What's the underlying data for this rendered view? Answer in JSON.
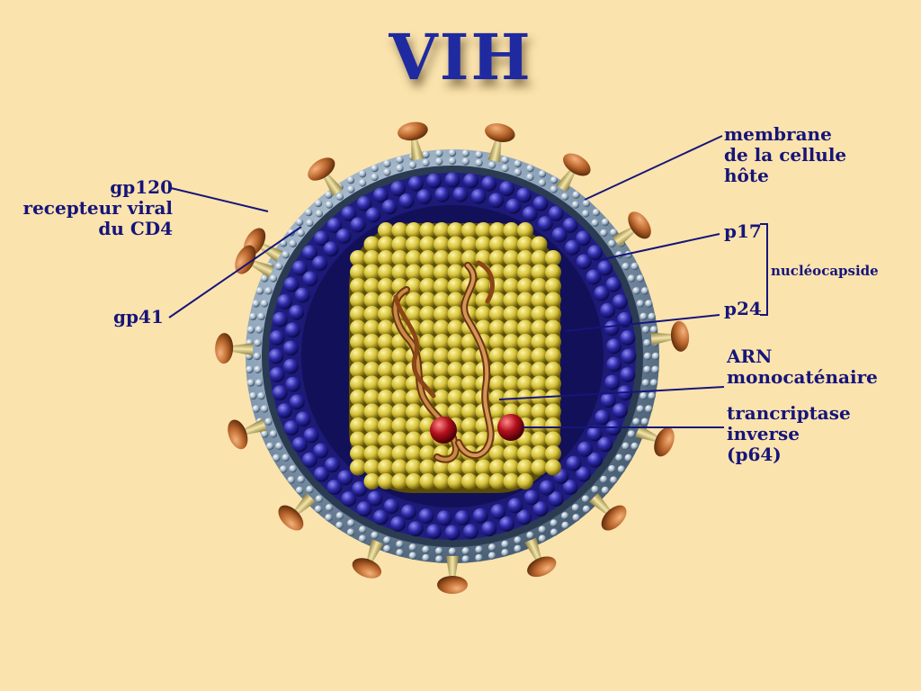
{
  "title": "VIH",
  "labels": {
    "gp120": [
      "gp120",
      "recepteur viral",
      "du CD4"
    ],
    "gp41": "gp41",
    "membrane": [
      "membrane",
      "de la cellule",
      "hôte"
    ],
    "p17": "p17",
    "nucleocapside": "nucléocapside",
    "p24": "p24",
    "arn": [
      "ARN",
      "monocaténaire"
    ],
    "rt": [
      "trancriptase",
      "inverse",
      "(p64)"
    ]
  },
  "colors": {
    "background": "#fbe3ad",
    "label_text": "#16157a",
    "membrane": "#8fa6bd",
    "matrix": "#1c1a78",
    "capsid": "#d8c43a",
    "rna": "#b36a2a",
    "enzyme": "#9b0c14",
    "spike_cap": "#b8642a",
    "spike_stem": "#e6d292"
  }
}
